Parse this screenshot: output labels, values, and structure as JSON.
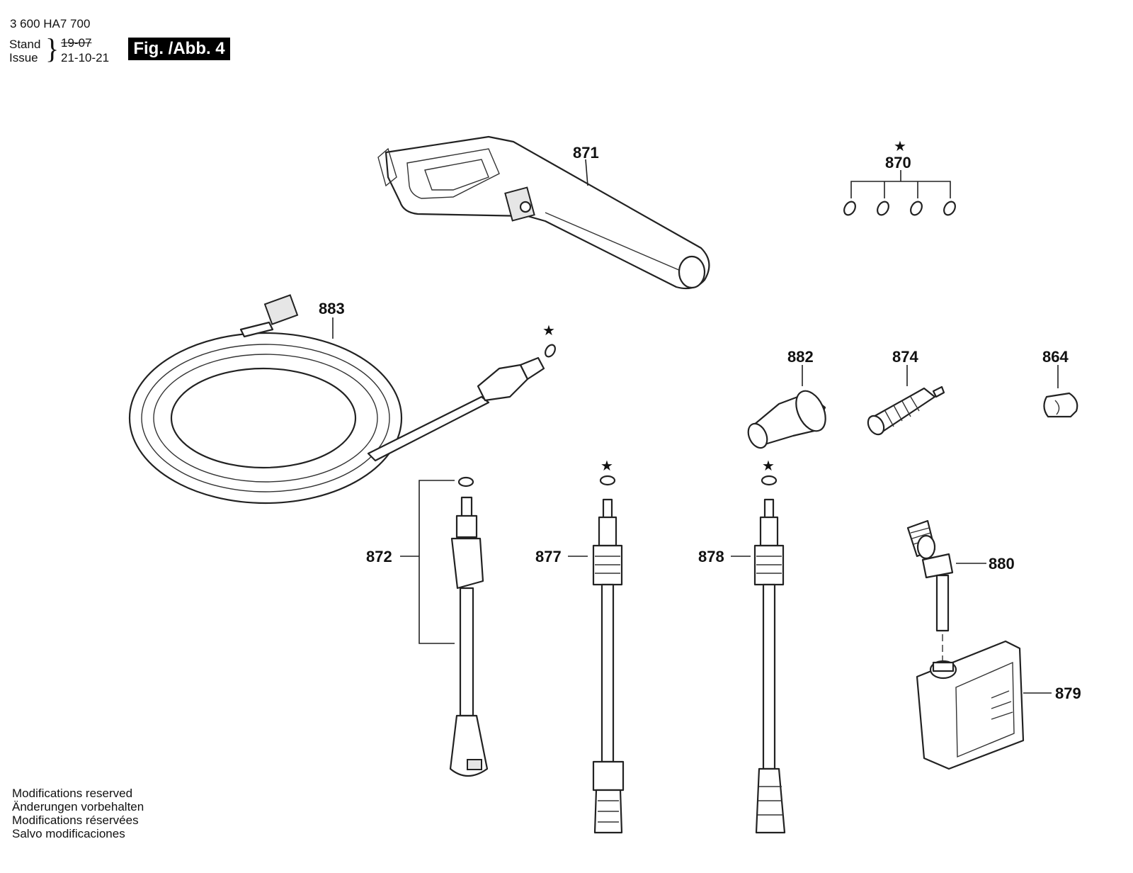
{
  "header": {
    "doc_number": "3 600 HA7 700",
    "stand_label": "Stand",
    "issue_label": "Issue",
    "old_date": "19-07",
    "new_date": "21-10-21",
    "figure_label": "Fig. /Abb. 4"
  },
  "parts": {
    "p871": "871",
    "p870": "870",
    "p883": "883",
    "p882": "882",
    "p874": "874",
    "p864": "864",
    "p872": "872",
    "p877": "877",
    "p878": "878",
    "p880": "880",
    "p879": "879"
  },
  "star_symbol": "★",
  "footer": {
    "notes": [
      "Modifications reserved",
      "Änderungen vorbehalten",
      "Modifications réservées",
      "Salvo modificaciones"
    ]
  }
}
